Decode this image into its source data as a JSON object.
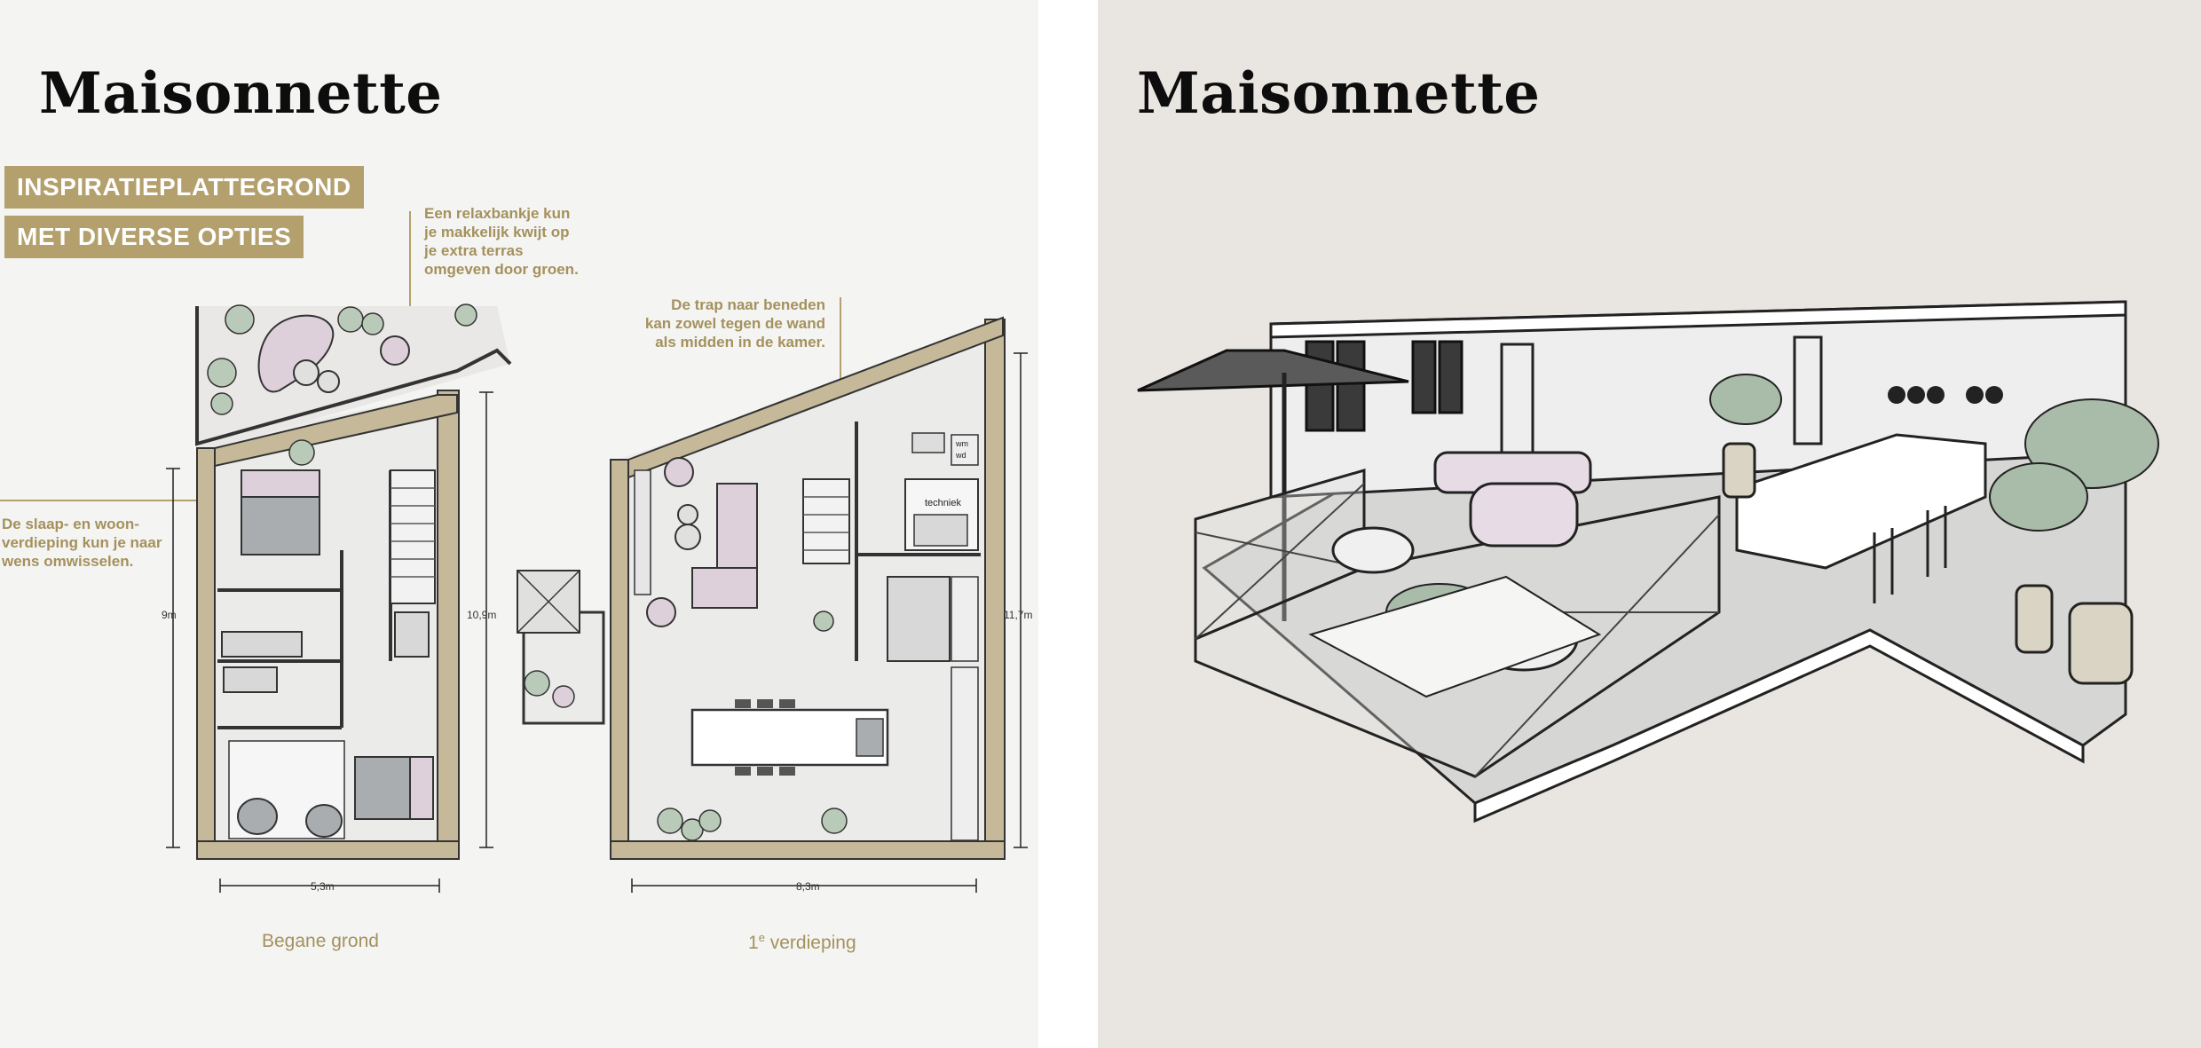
{
  "left": {
    "title": "Maisonnette",
    "banner_line_1": "INSPIRATIEPLATTEGROND",
    "banner_line_2": "MET DIVERSE OPTIES",
    "note_relax": "Een relaxbankje kun\nje makkelijk kwijt op\nje extra terras\nomgeven door groen.",
    "note_trap": "De trap naar beneden\nkan zowel tegen de wand\nals midden in de kamer.",
    "note_slaap": "De slaap- en woon-\nverdieping kun je naar\nwens omwisselen.",
    "ground_floor": {
      "label": "Begane grond",
      "width": "5,3m",
      "depth_left": "9m",
      "depth_right": "10,9m"
    },
    "first_floor": {
      "label_number": "1",
      "label_suffix": "e",
      "label_text": " verdieping",
      "width": "8,3m",
      "depth": "11,7m",
      "room_label": "techniek",
      "appliance_1": "wm",
      "appliance_2": "wd"
    }
  },
  "right": {
    "title": "Maisonnette"
  },
  "colors": {
    "wall": "#c5b99a",
    "accent": "#b3a06c",
    "note_text": "#a4915c",
    "furniture_pink": "#ddd0da",
    "green": "#b9cbb8",
    "gray_furniture": "#a9adaf",
    "right_bg": "#e9e6e1",
    "left_bg": "#f4f4f3"
  }
}
